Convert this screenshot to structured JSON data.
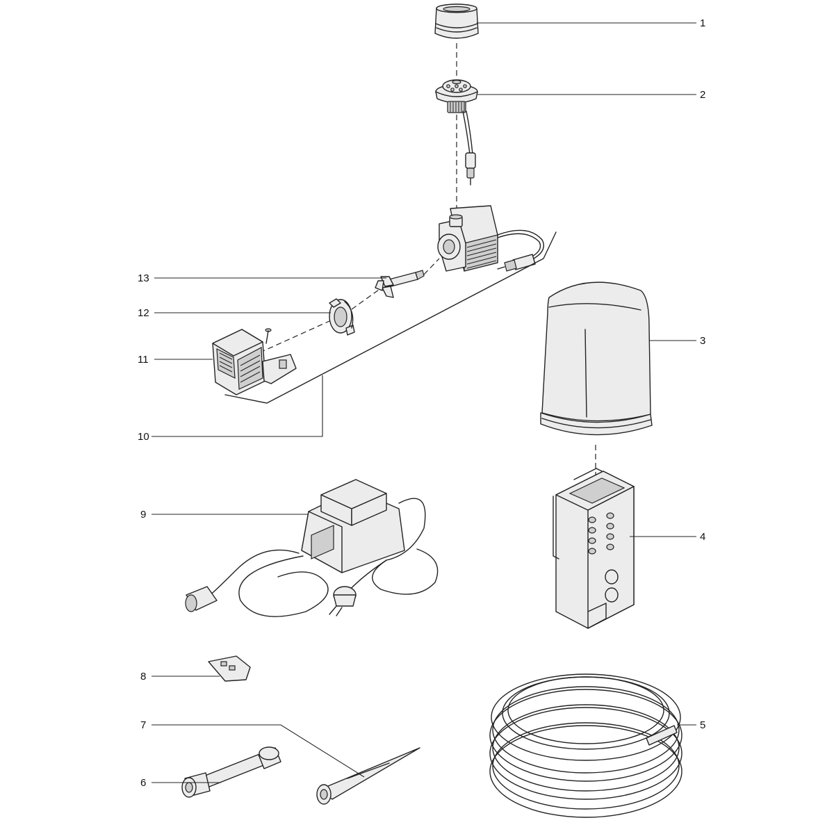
{
  "callouts": {
    "c1": "1",
    "c2": "2",
    "c3": "3",
    "c4": "4",
    "c5": "5",
    "c6": "6",
    "c7": "7",
    "c8": "8",
    "c9": "9",
    "c10": "10",
    "c11": "11",
    "c12": "12",
    "c13": "13"
  },
  "colors": {
    "line": "#222222",
    "fill_light": "#ececec",
    "fill_dark": "#cfcfcf",
    "background": "#ffffff"
  }
}
